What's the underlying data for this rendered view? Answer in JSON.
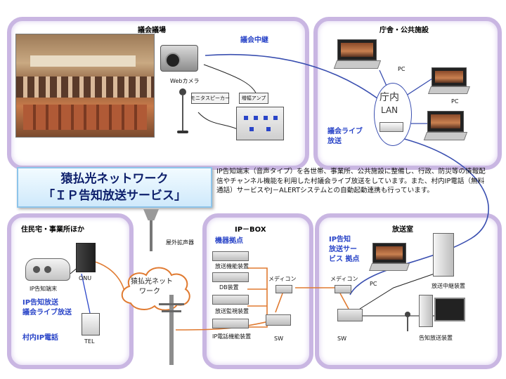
{
  "panels": {
    "chamber": {
      "title": "議会議場",
      "sub": "議会中継",
      "camera": "Webカメラ",
      "speaker": "モニタスピーカー",
      "amp": "増幅アンプ"
    },
    "office": {
      "title": "庁舎・公共施設",
      "pc1": "PC",
      "pc2": "PC",
      "lan_a": "庁内",
      "lan_b": "LAN",
      "live_a": "議会ライブ",
      "live_b": "放送"
    },
    "resident": {
      "title": "住民宅・事業所ほか",
      "onu": "ONU",
      "terminal": "IP告知端末",
      "svc_a": "IP告知放送",
      "svc_b": "議会ライブ放送",
      "phone_svc": "村内IP電話",
      "tel": "TEL"
    },
    "ipbox": {
      "title": "IP－BOX",
      "sub": "機器拠点",
      "dev1": "放送機能装置",
      "dev2": "DB装置",
      "dev3": "放送監視装置",
      "dev4": "IP電話機能装置",
      "mc": "メディコン",
      "sw": "SW"
    },
    "studio": {
      "title": "放送室",
      "sub_a": "IP告知",
      "sub_b": "放送サー",
      "sub_c": "ビス 拠点",
      "mc": "メディコン",
      "pc": "PC",
      "relay": "放送中継装置",
      "sw": "SW",
      "announce": "告知放送装置"
    }
  },
  "title_box": {
    "line1": "猿払光ネットワーク",
    "line2": "「ＩＰ告知放送サービス」"
  },
  "description": "IP告知端末（音声タイプ）を各世帯、事業所、公共施設に整備し、行政、防災等の情報配信やチャンネル機能を利用した村議会ライブ放送をしています。また、村内IP電話（無料通話）サービスやJ－ALERTシステムとの自動起動連携も行っています。",
  "outdoor_speaker": "屋外拡声器",
  "cloud": {
    "line1": "猿払光ネット",
    "line2": "ワーク"
  },
  "colors": {
    "panel_border": "#c9b6e2",
    "accent_blue": "#2a45c8",
    "line_blue": "#3a4fb0",
    "line_orange": "#e07a30"
  }
}
